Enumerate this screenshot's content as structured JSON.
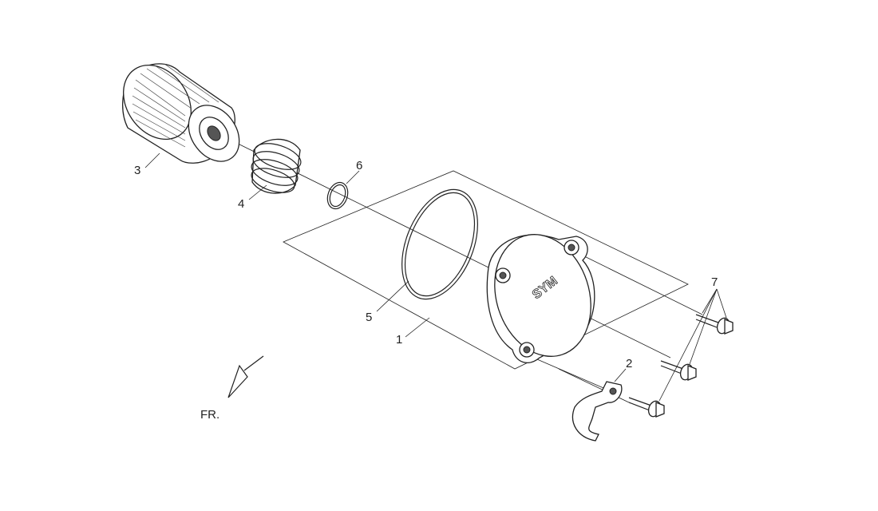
{
  "callouts": {
    "c1": "1",
    "c2": "2",
    "c3": "3",
    "c4": "4",
    "c5": "5",
    "c6": "6",
    "c7": "7"
  },
  "cover_logo": "SYM",
  "direction_label": "FR.",
  "parts": [
    {
      "ref": "1",
      "icon": "filter-cover-plane-icon"
    },
    {
      "ref": "2",
      "icon": "cable-clip-icon"
    },
    {
      "ref": "3",
      "icon": "oil-filter-element-icon"
    },
    {
      "ref": "4",
      "icon": "spring-icon"
    },
    {
      "ref": "5",
      "icon": "large-o-ring-icon"
    },
    {
      "ref": "6",
      "icon": "small-o-ring-icon"
    },
    {
      "ref": "7",
      "icon": "flange-bolt-icon"
    }
  ]
}
